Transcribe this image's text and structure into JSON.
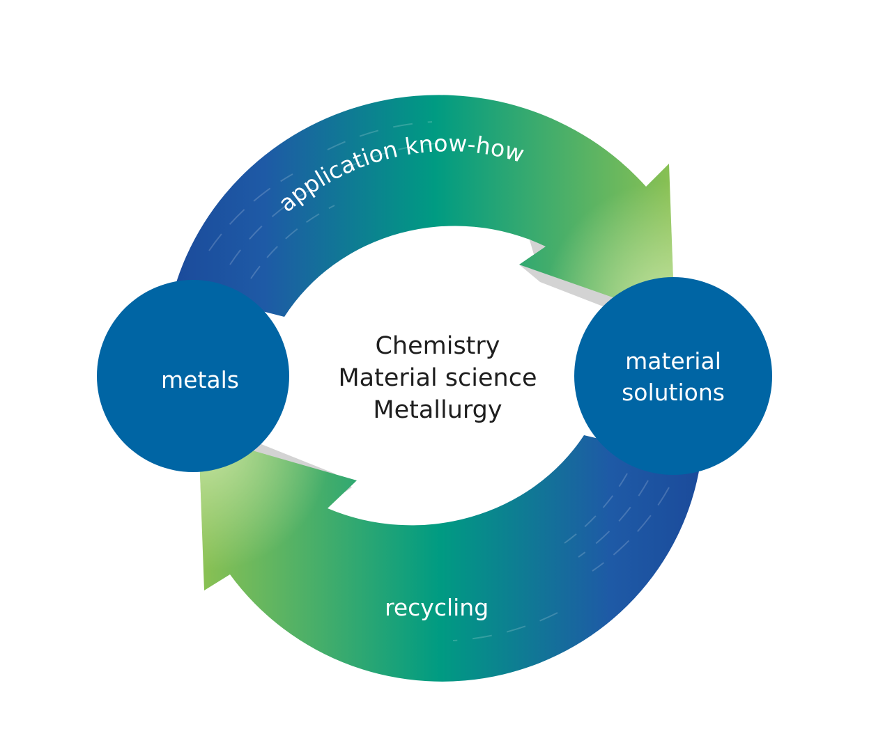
{
  "nodes": {
    "left": {
      "label": "metals"
    },
    "right": {
      "label_line1": "material",
      "label_line2": "solutions"
    }
  },
  "arrows": {
    "top": {
      "label": "application know-how"
    },
    "bottom": {
      "label": "recycling"
    }
  },
  "center": {
    "lines": [
      "Chemistry",
      "Material science",
      "Metallurgy"
    ]
  },
  "colors": {
    "circle_blue": "#0065A4",
    "arrow_dark_blue": "#1B4B9B",
    "arrow_teal": "#009B82",
    "arrow_green": "#8CC152",
    "arrow_light_green": "#C4E3A3",
    "shadow_gray": "#D3D3D3"
  }
}
